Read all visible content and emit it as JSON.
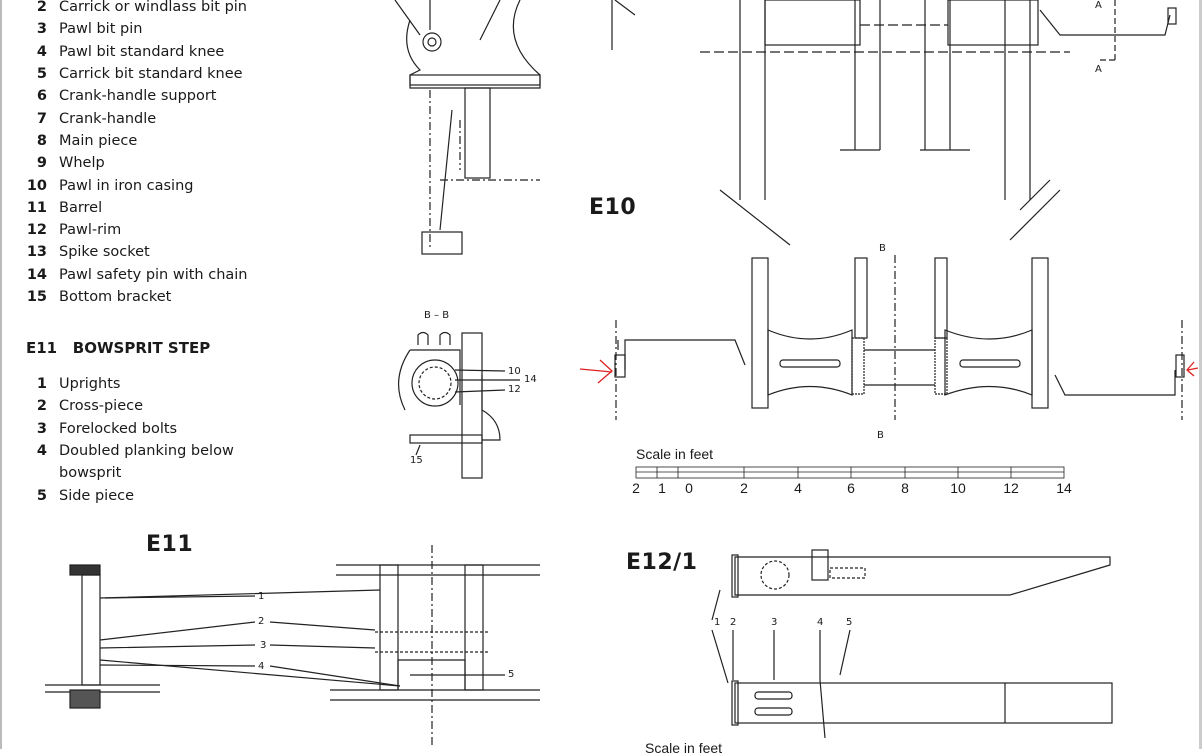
{
  "e10_legend": [
    {
      "n": "2",
      "t": "Carrick or windlass bit pin"
    },
    {
      "n": "3",
      "t": "Pawl bit pin"
    },
    {
      "n": "4",
      "t": "Pawl bit standard knee"
    },
    {
      "n": "5",
      "t": "Carrick bit standard knee"
    },
    {
      "n": "6",
      "t": "Crank-handle support"
    },
    {
      "n": "7",
      "t": "Crank-handle"
    },
    {
      "n": "8",
      "t": "Main piece"
    },
    {
      "n": "9",
      "t": "Whelp"
    },
    {
      "n": "10",
      "t": "Pawl in iron casing"
    },
    {
      "n": "11",
      "t": "Barrel"
    },
    {
      "n": "12",
      "t": "Pawl-rim"
    },
    {
      "n": "13",
      "t": "Spike socket"
    },
    {
      "n": "14",
      "t": "Pawl safety pin with chain"
    },
    {
      "n": "15",
      "t": "Bottom bracket"
    }
  ],
  "e11_heading": {
    "code": "E11",
    "title": "BOWSPRIT STEP"
  },
  "e11_legend": [
    {
      "n": "1",
      "t": "Uprights"
    },
    {
      "n": "2",
      "t": "Cross-piece"
    },
    {
      "n": "3",
      "t": "Forelocked bolts"
    },
    {
      "n": "4",
      "t": "Doubled planking below bowsprit"
    },
    {
      "n": "5",
      "t": "Side piece"
    }
  ],
  "figures": {
    "e10": "E10",
    "e11": "E11",
    "e12": "E12/1"
  },
  "section": {
    "bb": "B – B",
    "b": "B",
    "a": "A",
    "callouts": [
      "10",
      "14",
      "12",
      "15"
    ]
  },
  "e11_callouts": [
    "1",
    "2",
    "3",
    "4",
    "5"
  ],
  "e12_callouts": [
    "1",
    "2",
    "3",
    "4",
    "5"
  ],
  "scale": {
    "title": "Scale in feet",
    "ticks": [
      "2",
      "1",
      "0",
      "2",
      "4",
      "6",
      "8",
      "10",
      "12",
      "14"
    ]
  },
  "bottom_partial": "Scale in feet",
  "annotation_color": "#e02020"
}
